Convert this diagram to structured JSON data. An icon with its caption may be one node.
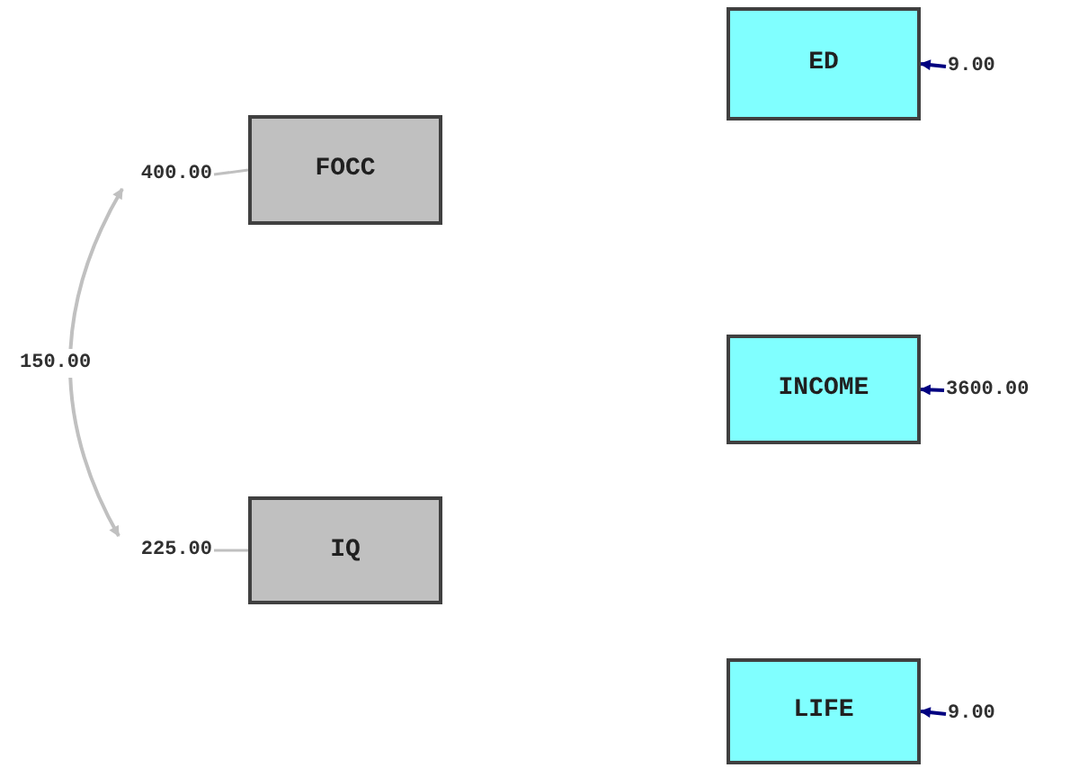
{
  "diagram": {
    "nodes": [
      {
        "text": [
          "ED"
        ]
      },
      {
        "text": [
          "9.00"
        ]
      },
      {
        "text": [
          "FOCC"
        ]
      },
      {
        "text": [
          "400.00"
        ]
      },
      {
        "text": [
          "INCOME"
        ]
      },
      {
        "text": [
          "3600.00"
        ]
      },
      {
        "text": [
          "IQ"
        ]
      },
      {
        "text": [
          "225.00"
        ]
      },
      {
        "text": [
          "LIFE"
        ]
      },
      {
        "text": [
          "9.00"
        ]
      }
    ],
    "edges": [
      {
        "from": 1,
        "to": 0,
        "arrow": "to",
        "color": "#000080"
      },
      {
        "from": 3,
        "to": 2,
        "arrow": "none",
        "color": "#c0c0c0"
      },
      {
        "from": 3,
        "to": 7,
        "arrow": "both",
        "label": "150.00",
        "color": "#c0c0c0"
      },
      {
        "from": 5,
        "to": 4,
        "arrow": "to",
        "color": "#000080"
      },
      {
        "from": 7,
        "to": 6,
        "arrow": "none",
        "color": "#c0c0c0"
      },
      {
        "from": 9,
        "to": 8,
        "arrow": "to",
        "color": "#000080"
      }
    ]
  }
}
